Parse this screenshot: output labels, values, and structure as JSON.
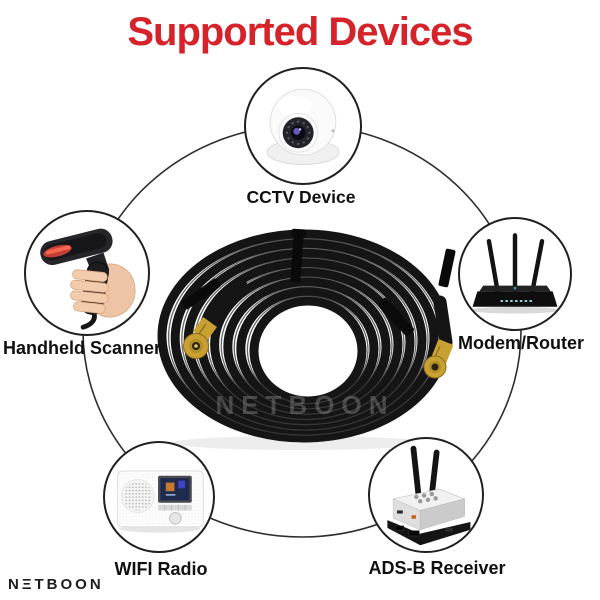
{
  "header": {
    "title": "Supported Devices"
  },
  "devices": [
    {
      "id": "cctv-device",
      "label": "CCTV Device",
      "position": "top",
      "icon": "dome-camera-photo"
    },
    {
      "id": "handheld-scanner",
      "label": "Handheld Scanner",
      "position": "left",
      "icon": "barcode-scanner-in-hand-photo"
    },
    {
      "id": "modem-router",
      "label": "Modem/Router",
      "position": "right",
      "icon": "three-antenna-router-photo"
    },
    {
      "id": "wifi-radio",
      "label": "WIFI Radio",
      "position": "bottom-left",
      "icon": "internet-radio-photo"
    },
    {
      "id": "adsb-receiver",
      "label": "ADS-B Receiver",
      "position": "bottom-right",
      "icon": "adsb-receiver-box-photo"
    }
  ],
  "product": {
    "center_image": "coiled-black-cable-with-gold-sma-connectors",
    "watermark_text": "NETBOON"
  },
  "brand": {
    "name": "NETBOON",
    "logo_text": "NΞTBOON"
  },
  "colors": {
    "title_red": "#d6232b",
    "label_black": "#101010",
    "circle_border": "#202020",
    "ring_line": "#2e2e2e",
    "cable_black": "#151515",
    "connector_gold": "#c9a132",
    "brand_dark": "#1c1c1c",
    "watermark_gray": "#9a9a9a"
  }
}
